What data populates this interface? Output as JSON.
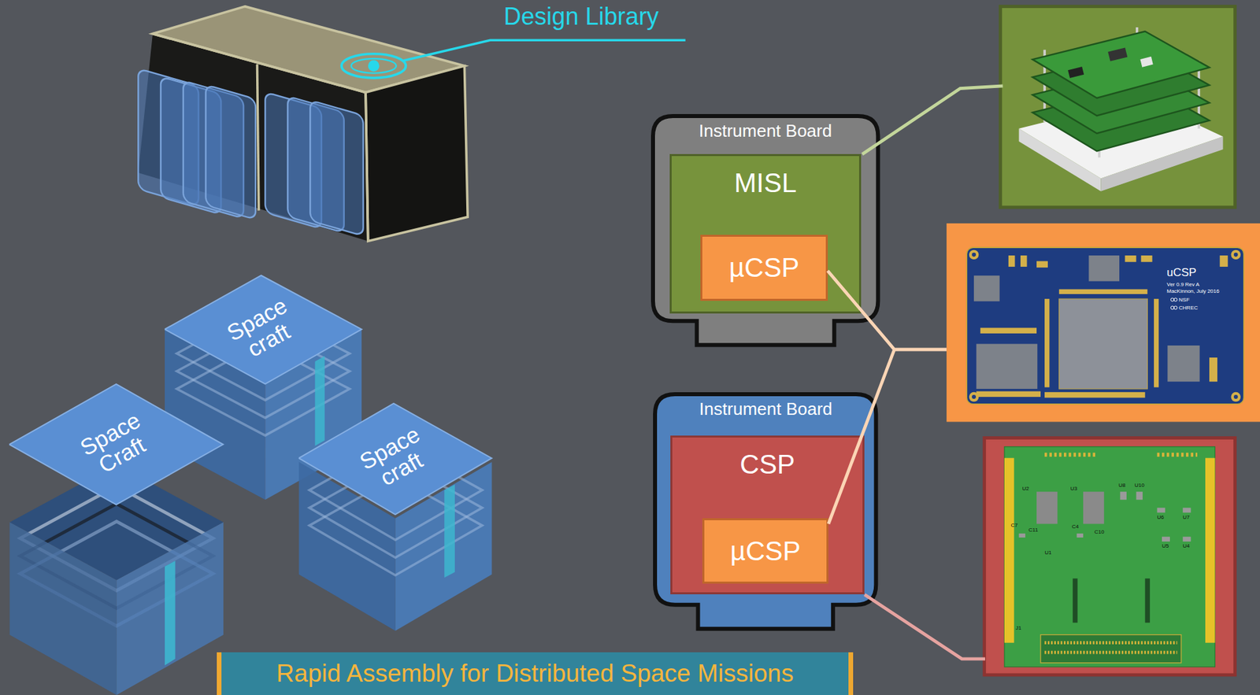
{
  "diagram": {
    "caption": "Rapid Assembly for Distributed Space Missions",
    "nodes": [
      {
        "text": [
          "Space craft"
        ]
      },
      {
        "text": [
          "Space Craft"
        ]
      },
      {
        "text": [
          "Space craft"
        ]
      },
      {
        "text": [
          "Instrument Board"
        ]
      },
      {
        "text": [
          "MISL"
        ],
        "in": 3
      },
      {
        "text": [
          "µCSP"
        ],
        "in": 4
      },
      {
        "text": [
          "Instrument Board"
        ]
      },
      {
        "text": [
          "CSP"
        ],
        "in": 6
      },
      {
        "text": [
          "µCSP"
        ],
        "in": 7
      }
    ],
    "labels": [
      "Design Library",
      "uCSP",
      "Ver 0.9 Rev A",
      "MacKinnon, July 2016",
      "NSF",
      "CHREC",
      "U2",
      "U3",
      "U8",
      "U10",
      "C7",
      "C11",
      "C4",
      "C10",
      "U6",
      "U7",
      "U5",
      "U4",
      "U1",
      "J1"
    ]
  }
}
